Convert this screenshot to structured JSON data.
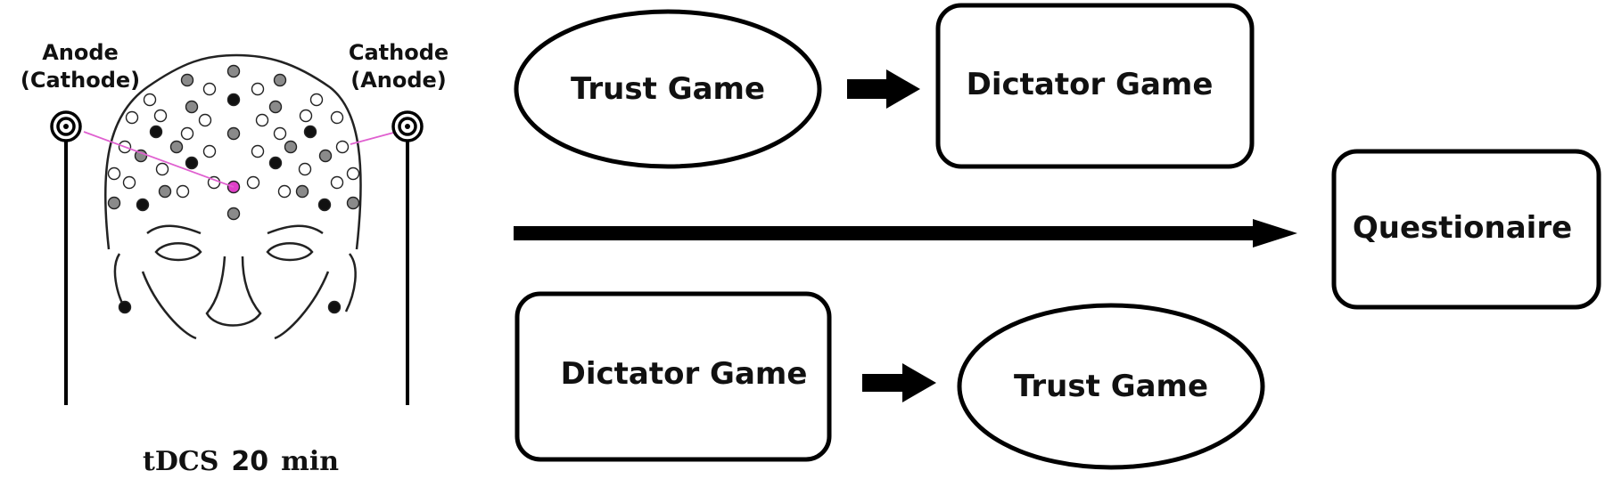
{
  "electrodes": {
    "left_label": [
      "Anode",
      "(Cathode)"
    ],
    "right_label": [
      "Cathode",
      "(Anode)"
    ]
  },
  "stimulation": {
    "method": "tDCS",
    "duration_value": "20",
    "duration_unit": "min"
  },
  "sequence_a": {
    "first": "Trust Game",
    "second": "Dictator Game"
  },
  "sequence_b": {
    "first": "Dictator Game",
    "second": "Trust Game"
  },
  "final_step": "Questionaire",
  "colors": {
    "stroke": "#000000",
    "stimulation_site": "#e040c8",
    "connector": "#e060d0",
    "electrode_gray": "#8a8a8a"
  }
}
